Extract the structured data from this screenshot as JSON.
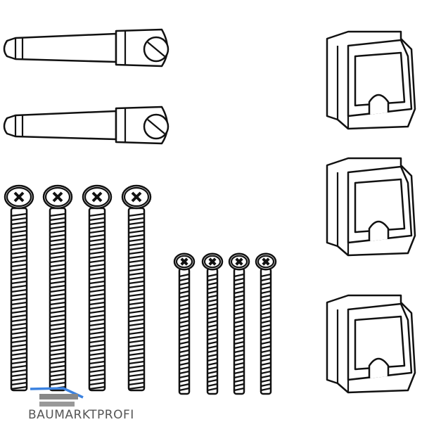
{
  "product": {
    "pins": 2,
    "long_screws": 4,
    "short_screws": 4,
    "clips": 3
  },
  "logo": {
    "text": "BAUMARKTPROFI",
    "accent_color": "#3b82e0",
    "text_color": "#555555"
  }
}
